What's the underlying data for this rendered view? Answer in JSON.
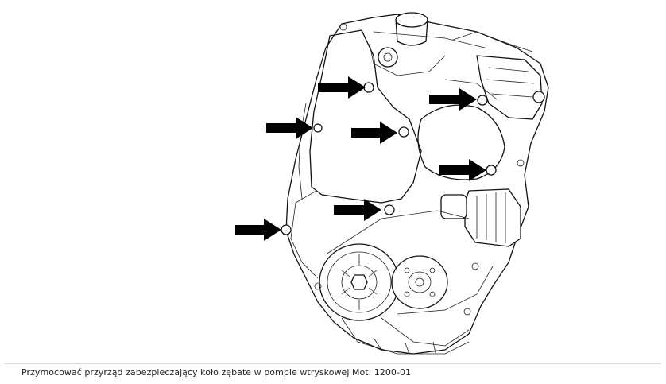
{
  "caption": "Przymocować przyrząd zabezpieczający koło zębate w pompie wtryskowej Mot. 1200-01",
  "colors": {
    "line": "#111111",
    "arrow": "#000000",
    "background": "#ffffff",
    "caption_text": "#222222",
    "divider": "#d8d8d8"
  },
  "arrows": [
    {
      "id": "upper-left-bolt",
      "target": "top timing cover bolt"
    },
    {
      "id": "left-edge-bolt",
      "target": "left cover edge bolt"
    },
    {
      "id": "center-bolt",
      "target": "central cover bolt"
    },
    {
      "id": "upper-right-bolt",
      "target": "injection pump upper bolt"
    },
    {
      "id": "right-bolt",
      "target": "injection pump right bolt"
    },
    {
      "id": "lower-center-bolt",
      "target": "lower cover bolt"
    },
    {
      "id": "lower-left-bolt",
      "target": "lower left cover bolt"
    }
  ]
}
